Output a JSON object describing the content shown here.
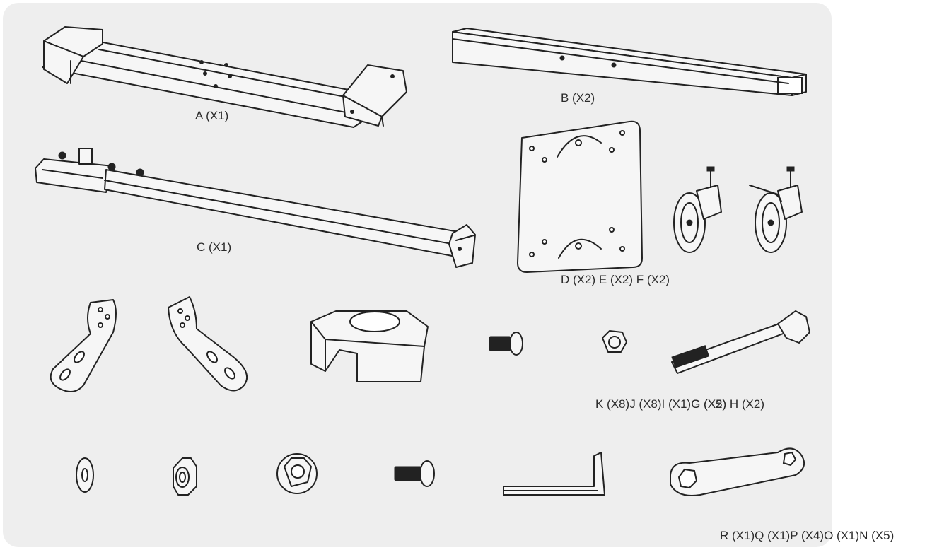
{
  "parts": {
    "A": "A (X1)",
    "B": "B (X2)",
    "C": "C (X1)",
    "D": "D (X2)",
    "E": "E (X2)",
    "F": "F (X2)",
    "K": "K (X8)",
    "J": "J (X8)",
    "I": "I (X1)",
    "G": "G (X2)",
    "G2": "G (X5)",
    "H": "H (X2)",
    "R": "R (X1)",
    "Q": "Q (X1)",
    "P": "P (X4)",
    "O": "O (X1)",
    "N": "N (X5)"
  }
}
